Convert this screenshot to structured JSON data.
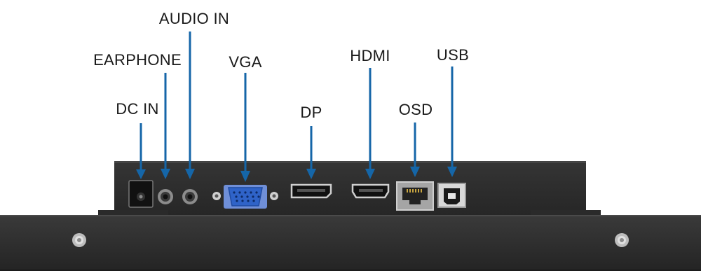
{
  "labels": {
    "dc_in": "DC IN",
    "earphone": "EARPHONE",
    "audio_in": "AUDIO IN",
    "vga": "VGA",
    "dp": "DP",
    "hdmi": "HDMI",
    "osd": "OSD",
    "usb": "USB"
  },
  "colors": {
    "arrow": "#1566a8",
    "housing": "#2c2c2c",
    "bezel": "#303030",
    "vga_blue": "#2f63c8"
  }
}
